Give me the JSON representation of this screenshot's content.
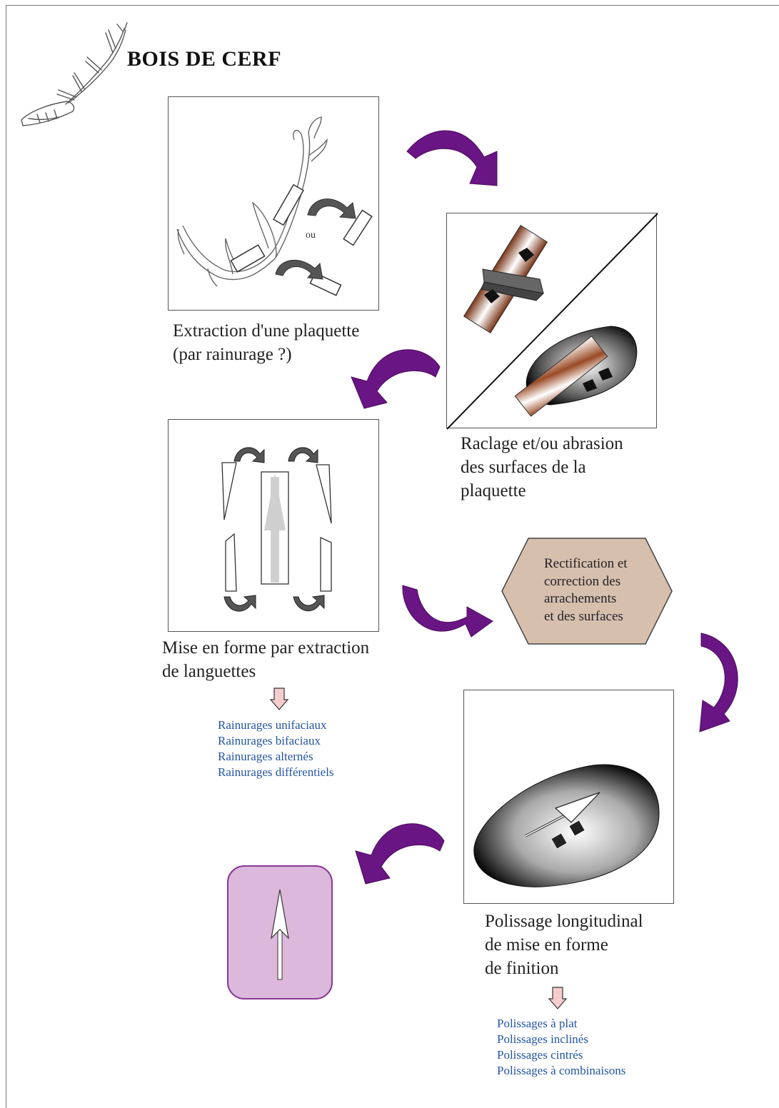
{
  "title": "BOIS DE CERF",
  "steps": [
    {
      "id": "extraction",
      "caption": [
        "Extraction d'une plaquette",
        "(par rainurage ?)"
      ],
      "inner_label": "ou"
    },
    {
      "id": "raclage",
      "caption": [
        "Raclage et/ou abrasion",
        "des surfaces de la",
        "plaquette"
      ]
    },
    {
      "id": "mise-en-forme",
      "caption": [
        "Mise en forme par extraction",
        "de languettes"
      ],
      "details": [
        "Rainurages unifaciaux",
        "Rainurages bifaciaux",
        "Rainurages alternés",
        "Rainurages différentiels"
      ]
    },
    {
      "id": "rectification",
      "caption": [
        "Rectification et",
        "correction des",
        "arrachements",
        "et des surfaces"
      ]
    },
    {
      "id": "polissage",
      "caption": [
        "Polissage longitudinal",
        "de mise en forme",
        "de finition"
      ],
      "details": [
        "Polissages à plat",
        "Polissages inclinés",
        "Polissages cintrés",
        "Polissages à combinaisons"
      ]
    }
  ],
  "colors": {
    "flow_arrow": "#6a1584",
    "detail_text": "#2455a4",
    "hexagon_fill": "#d7bfae",
    "final_box_fill": "#dcb8dc",
    "final_box_border": "#8a3a97",
    "detail_arrow_fill": "#f6cccc"
  }
}
